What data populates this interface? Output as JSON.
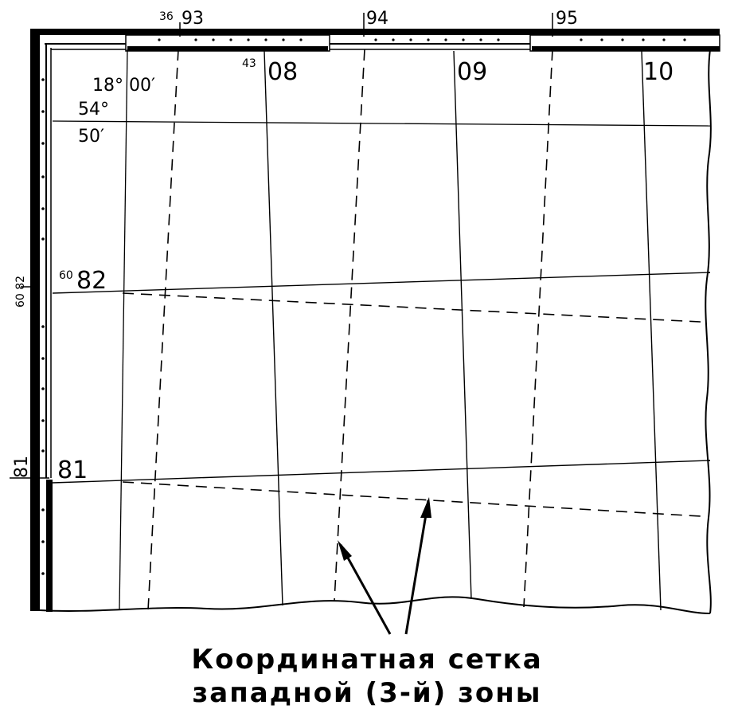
{
  "top_scale": {
    "a_sup": "36",
    "a": "93",
    "b": "94",
    "c": "95"
  },
  "kilometer_labels": {
    "x1_sup": "43",
    "x1": "08",
    "x2": "09",
    "x3": "10"
  },
  "geo_corner": {
    "lon": "18° 00′",
    "lat_deg": "54°",
    "lat_min": "50′"
  },
  "left_scale": {
    "outer_82": "60 82",
    "outer_81": "81"
  },
  "inner_left": {
    "y82_sup": "60",
    "y82": "82",
    "y81": "81"
  },
  "caption": {
    "line1": "Координатная сетка",
    "line2": "западной (3-й) зоны"
  }
}
